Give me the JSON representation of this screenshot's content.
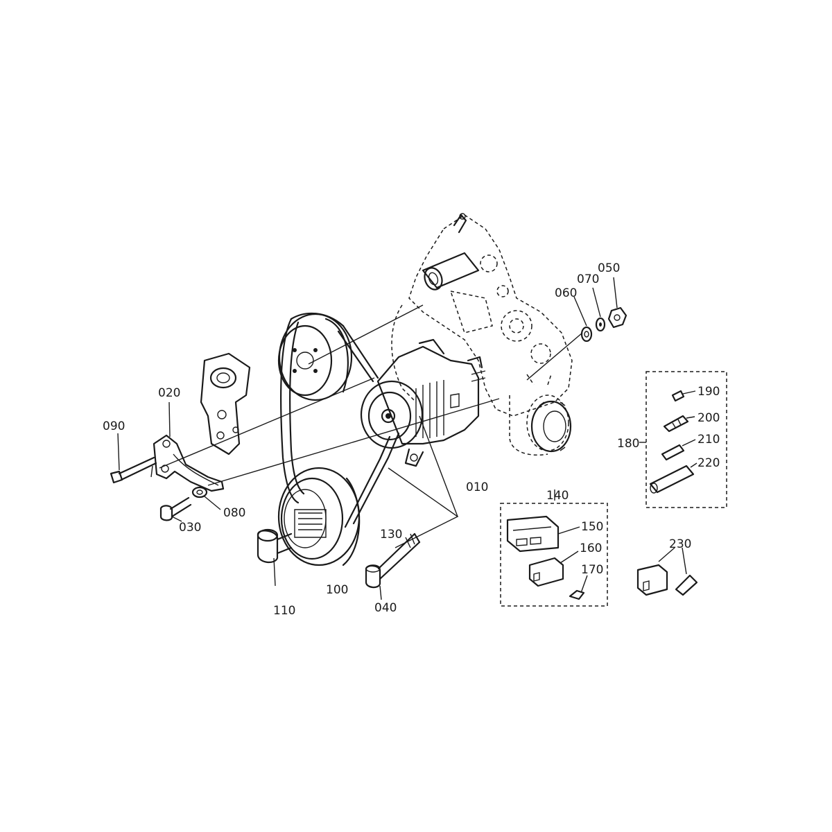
{
  "diagram": {
    "part_labels": {
      "p010": "010",
      "p020": "020",
      "p030": "030",
      "p040": "040",
      "p050": "050",
      "p060": "060",
      "p070": "070",
      "p080": "080",
      "p090": "090",
      "p100": "100",
      "p110": "110",
      "p130": "130",
      "p140": "140",
      "p150": "150",
      "p160": "160",
      "p170": "170",
      "p180": "180",
      "p190": "190",
      "p200": "200",
      "p210": "210",
      "p220": "220",
      "p230": "230"
    }
  }
}
